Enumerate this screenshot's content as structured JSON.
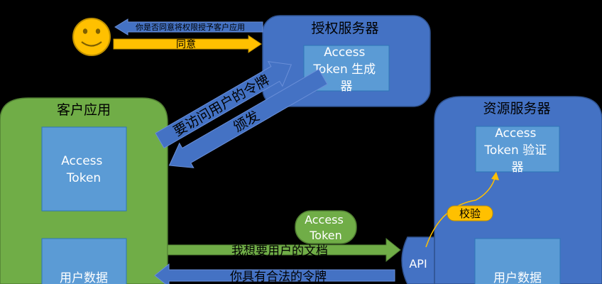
{
  "auth_server": {
    "title": "授权服务器",
    "generator_label": [
      "Access",
      "Token 生成",
      "器"
    ]
  },
  "client_app": {
    "title": "客户应用",
    "token_label": [
      "Access",
      "Token"
    ],
    "user_data_label": "用户数据"
  },
  "resource_server": {
    "title": "资源服务器",
    "validator_label": [
      "Access",
      "Token 验证",
      "器"
    ],
    "user_data_label": "用户数据"
  },
  "api_label": "API",
  "user_icon": "smiley-face-icon",
  "arrows": {
    "consent_question": "你是否同意将权限授予客户应用",
    "consent_answer": "同意",
    "request_token": "要访问用户的令牌",
    "issue_token": "颁发",
    "request_docs": "我想要用户的文档",
    "valid_token": "你具有合法的令牌",
    "carried_token": [
      "Access",
      "Token"
    ],
    "verify": "校验"
  },
  "colors": {
    "background": "#000000",
    "server_blue": "#4472c4",
    "inner_box": "#5b9bd5",
    "client_green": "#70ad47",
    "arrow_blue": "#4472c4",
    "arrow_green": "#70ad47",
    "arrow_yellow": "#ffc000",
    "face": "#ffc000"
  }
}
